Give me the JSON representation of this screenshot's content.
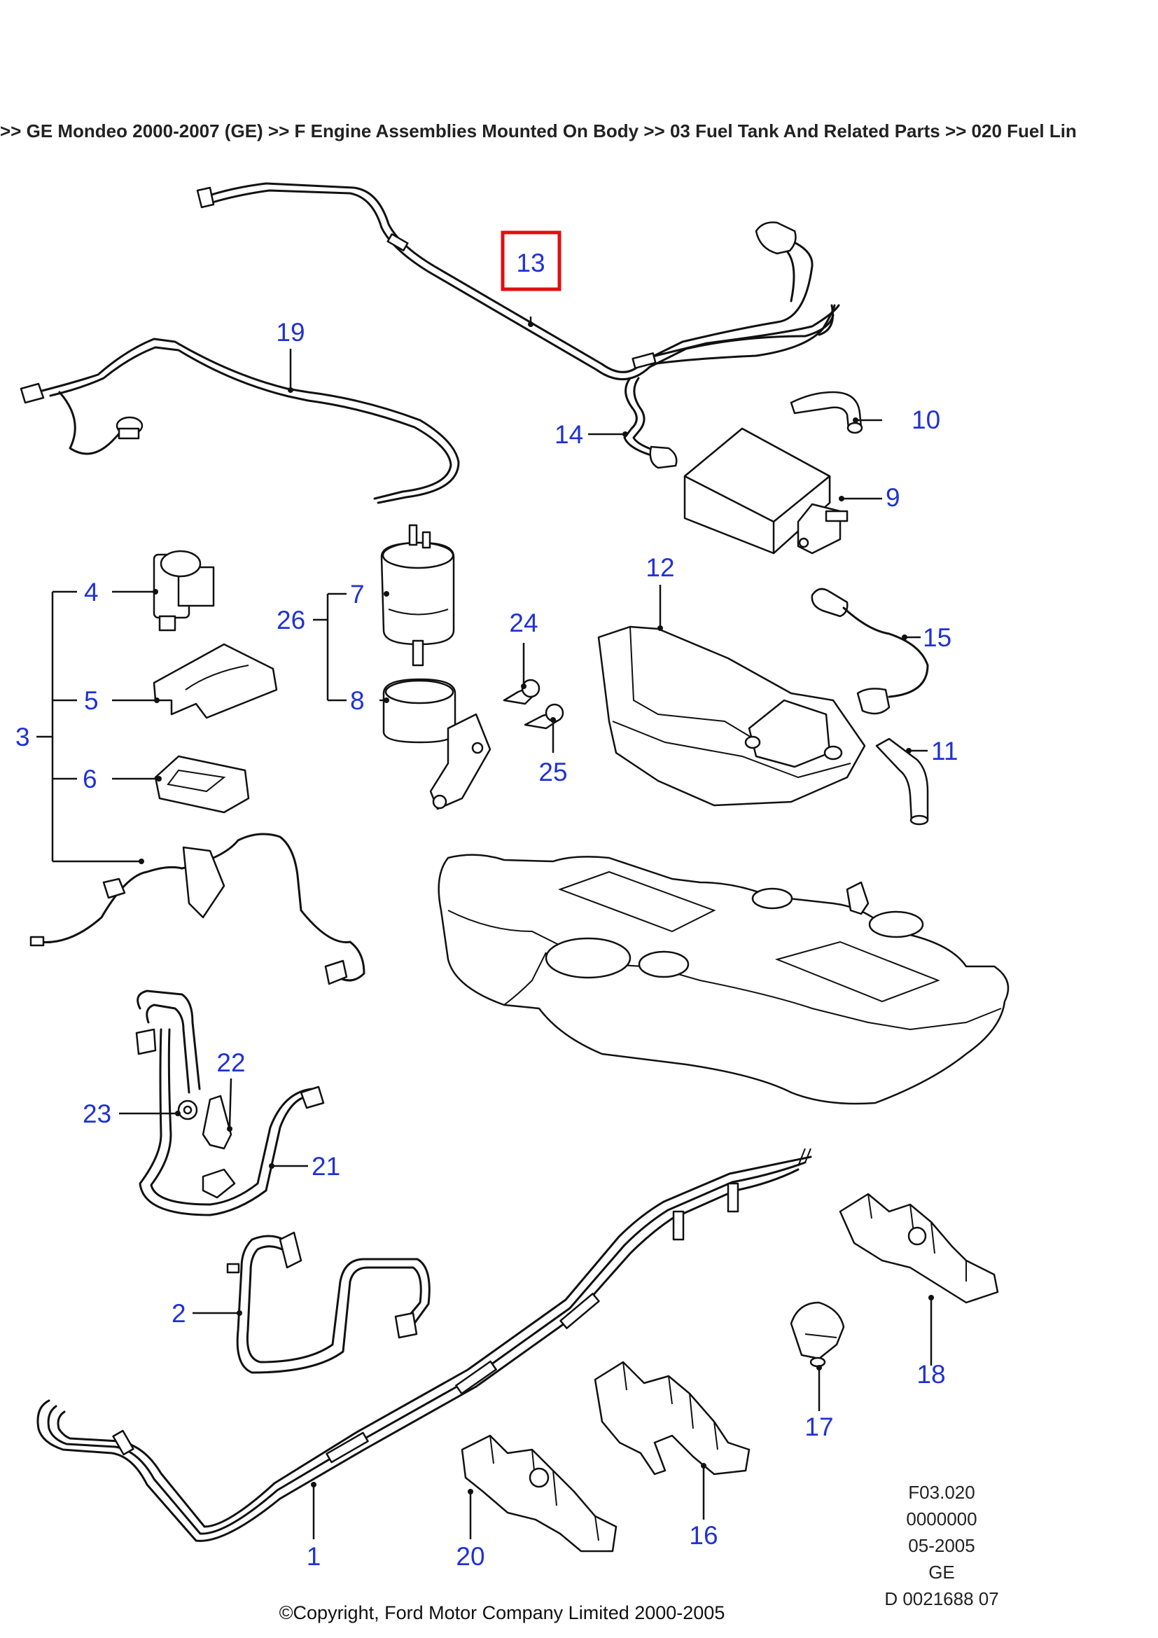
{
  "breadcrumb": ">> GE Mondeo 2000-2007 (GE)  >> F Engine Assemblies Mounted On Body >> 03 Fuel Tank And Related Parts >> 020 Fuel Lin",
  "highlighted_callout": "13",
  "callouts": {
    "c1": "1",
    "c2": "2",
    "c3": "3",
    "c4": "4",
    "c5": "5",
    "c6": "6",
    "c7": "7",
    "c8": "8",
    "c9": "9",
    "c10": "10",
    "c11": "11",
    "c12": "12",
    "c13": "13",
    "c14": "14",
    "c15": "15",
    "c16": "16",
    "c17": "17",
    "c18": "18",
    "c19": "19",
    "c20": "20",
    "c21": "21",
    "c22": "22",
    "c23": "23",
    "c24": "24",
    "c25": "25",
    "c26": "26"
  },
  "reference_block": [
    "F03.020",
    "0000000",
    "05-2005",
    "GE",
    "D 0021688 07"
  ],
  "copyright": "©Copyright, Ford Motor Company Limited 2000-2005",
  "colors": {
    "callout": "#1f32d6",
    "highlight_box": "#e01010",
    "line": "#111111"
  }
}
